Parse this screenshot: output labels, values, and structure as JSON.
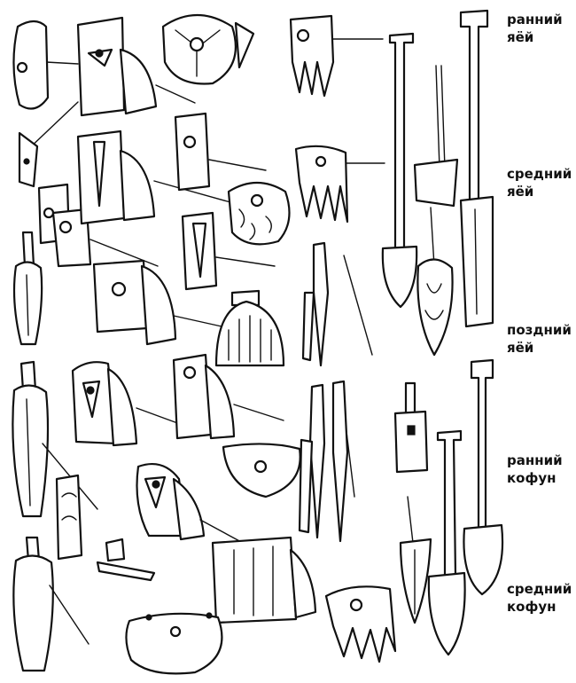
{
  "periods": [
    {
      "line1": "ранний",
      "line2": "яёй"
    },
    {
      "line1": "средний",
      "line2": "яёй"
    },
    {
      "line1": "поздний",
      "line2": "яёй"
    },
    {
      "line1": "ранний",
      "line2": "кофун"
    },
    {
      "line1": "средний",
      "line2": "кофун"
    }
  ],
  "colors": {
    "ink": "#111111",
    "paper": "#ffffff"
  }
}
